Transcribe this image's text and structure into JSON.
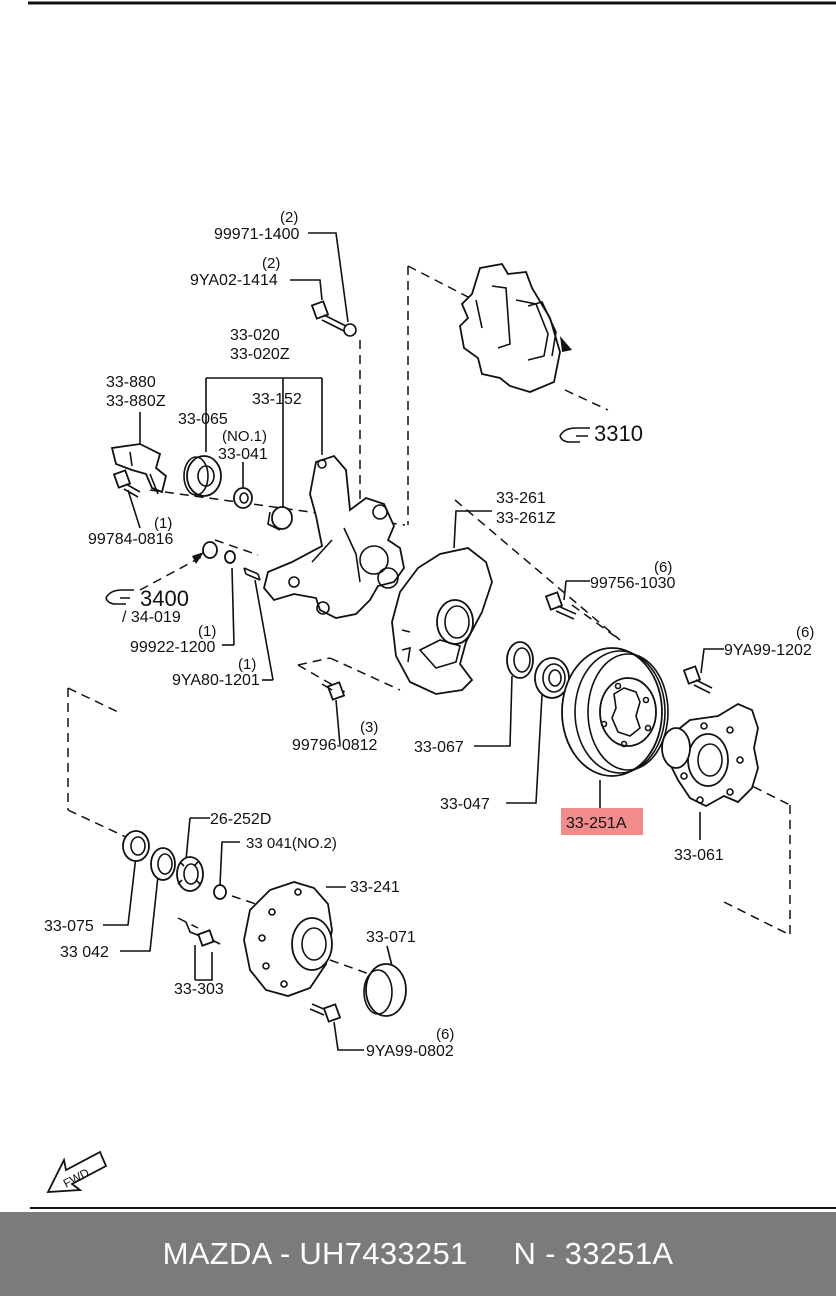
{
  "highlight_color": "#f28b8b",
  "footer_bg": "#7b7b7b",
  "labels": {
    "q_99971": "(2)",
    "p_99971": "99971-1400",
    "q_9ya02": "(2)",
    "p_9ya02": "9YA02-1414",
    "p_33020": "33-020",
    "p_33020z": "33-020Z",
    "p_33880": "33-880",
    "p_33880z": "33-880Z",
    "p_33065": "33-065",
    "no1": "(NO.1)",
    "p_33041": "33-041",
    "p_33152": "33-152",
    "q_99784": "(1)",
    "p_99784": "99784-0816",
    "ref_3400": "3400",
    "ref_34019": "/ 34-019",
    "q_99922": "(1)",
    "p_99922": "99922-1200",
    "q_9ya80": "(1)",
    "p_9ya80": "9YA80-1201",
    "ref_3310": "3310",
    "p_33261": "33-261",
    "p_33261z": "33-261Z",
    "q_99756": "(6)",
    "p_99756": "99756-1030",
    "q_9ya99_1202": "(6)",
    "p_9ya99_1202": "9YA99-1202",
    "q_99796": "(3)",
    "p_99796": "99796-0812",
    "p_33067": "33-067",
    "p_33047": "33-047",
    "p_33251a": "33-251A",
    "p_33061": "33-061",
    "p_26252d": "26-252D",
    "p_33041_no2": "33 041(NO.2)",
    "p_33241": "33-241",
    "p_33075": "33-075",
    "p_33071": "33-071",
    "p_33042": "33 042",
    "p_33303": "33-303",
    "q_9ya99_0802": "(6)",
    "p_9ya99_0802": "9YA99-0802",
    "fwd": "FWD"
  },
  "footer": {
    "brand_part": "MAZDA - UH7433251",
    "number": "N - 33251A"
  }
}
